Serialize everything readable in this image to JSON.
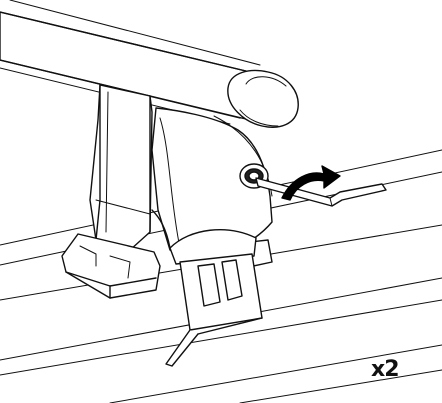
{
  "diagram": {
    "quantity_label": "x2",
    "colors": {
      "line": "#111111",
      "fill": "#ffffff",
      "shade": "#e6e6e6",
      "dark_shade": "#cfcfcf",
      "arrow": "#000000"
    },
    "parts": [
      "roof-rail",
      "crossbar",
      "crossbar-end-cap",
      "roof-foot",
      "rubber-pad",
      "clamp-bracket",
      "hex-key",
      "rotate-arrow"
    ]
  }
}
